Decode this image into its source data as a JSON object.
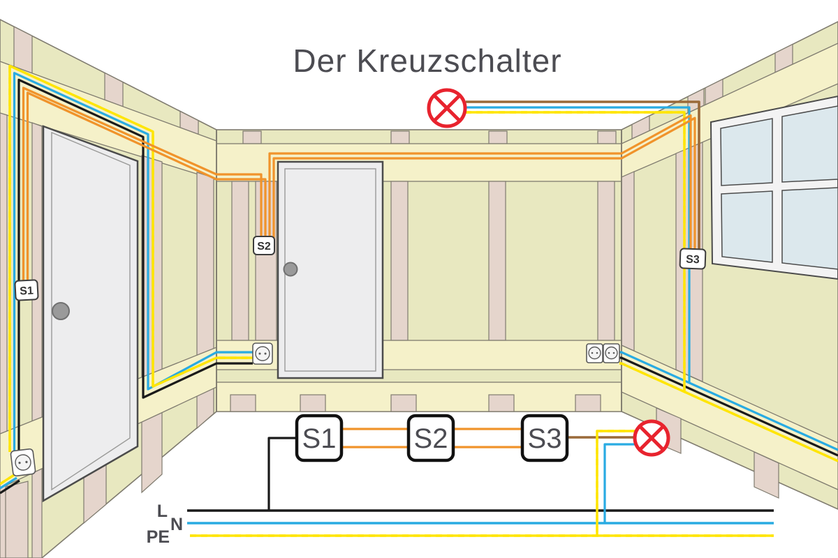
{
  "title": "Der Kreuzschalter",
  "room": {
    "switch1": "S1",
    "switch2": "S2",
    "switch3": "S3"
  },
  "schematic": {
    "switch1": "S1",
    "switch2": "S2",
    "switch3": "S3",
    "line_label": "L",
    "neutral_label": "N",
    "earth_label": "PE"
  },
  "colors": {
    "wall": "#e8e8c0",
    "light_band": "#f5f1c9",
    "stud": "#e5d5cc",
    "outline": "#7f7b6f",
    "door": "#ededee",
    "window_glass": "#dce8ed",
    "wire_black": "#1a1a1a",
    "wire_blue": "#29abe2",
    "wire_orange": "#f0932b",
    "wire_brown": "#9a6a39",
    "wire_pe_yellow": "#ffe500",
    "wire_pe_green": "#3a9b35",
    "lamp_red": "#e8232e",
    "text": "#4c4c52"
  }
}
